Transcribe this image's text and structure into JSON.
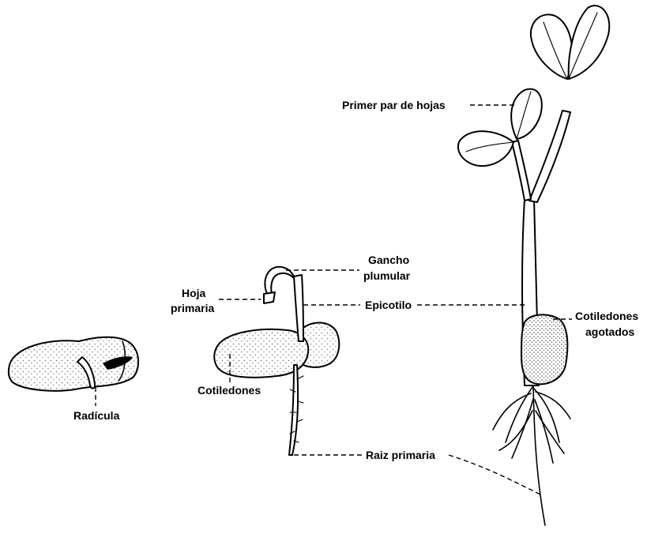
{
  "labels": {
    "radicula": "Radícula",
    "cotiledones": "Cotiledones",
    "hoja_primaria_line1": "Hoja",
    "hoja_primaria_line2": "primaria",
    "gancho_line1": "Gancho",
    "gancho_line2": "plumular",
    "epicotilo": "Epicotilo",
    "raiz_primaria": "Raiz primaria",
    "primer_par": "Primer par de hojas",
    "cot_agotados_line1": "Cotiledones",
    "cot_agotados_line2": "agotados"
  },
  "colors": {
    "ink": "#000000",
    "paper": "#ffffff"
  }
}
